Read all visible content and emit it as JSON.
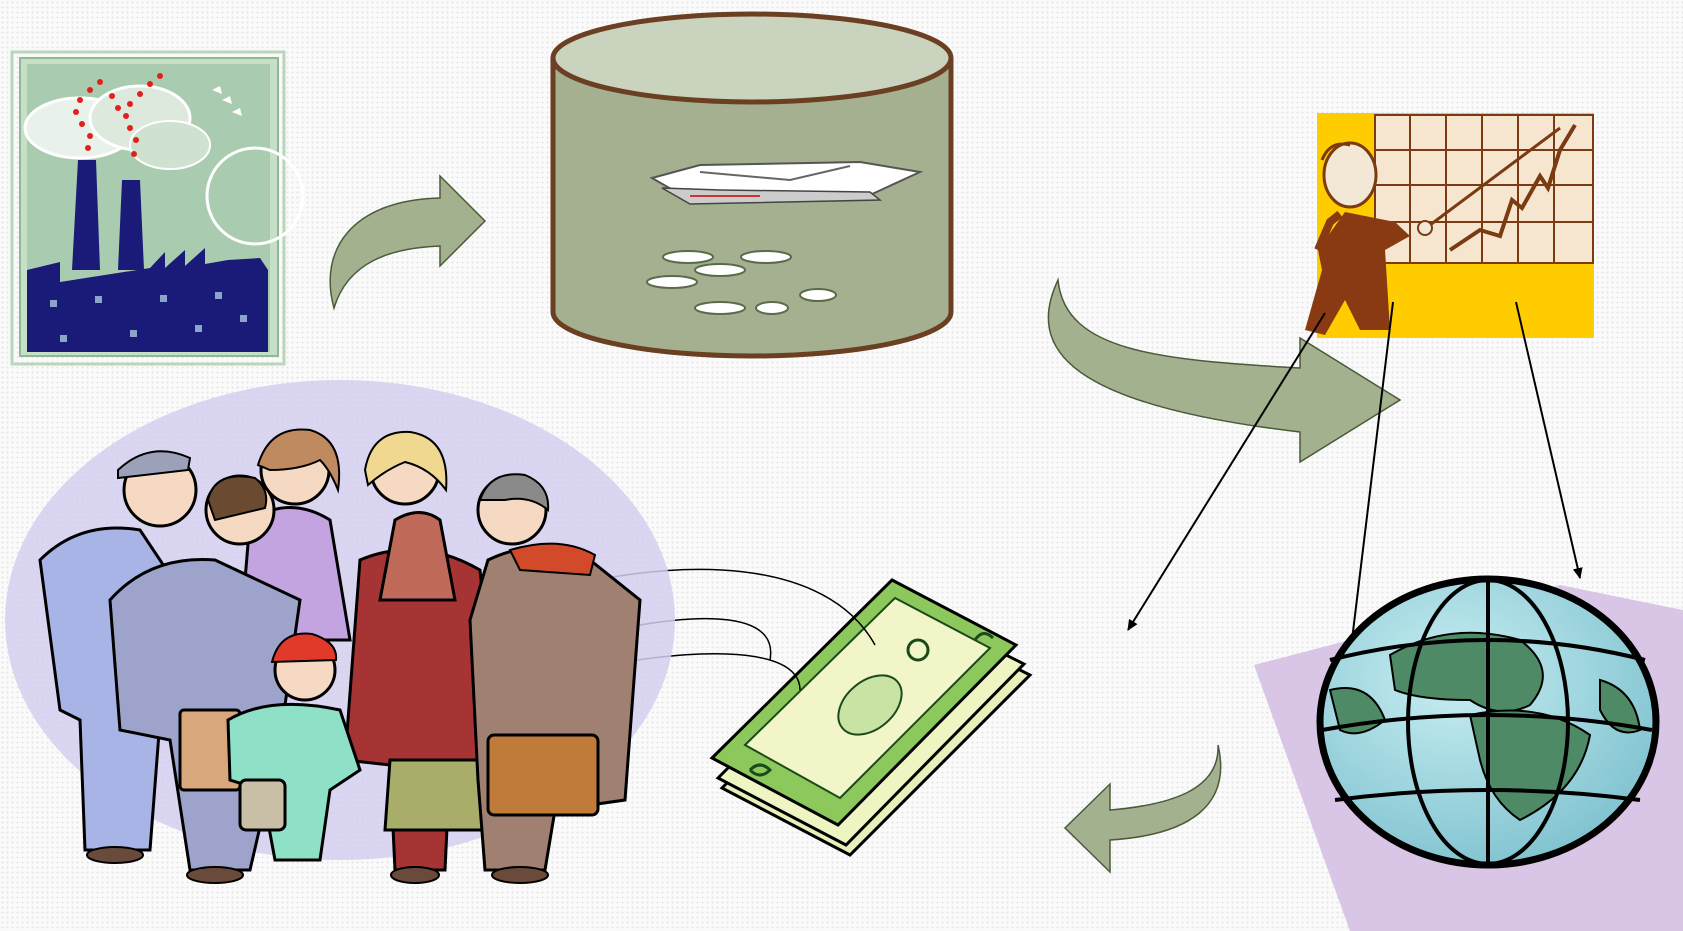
{
  "diagram": {
    "nodes": [
      {
        "id": "factory",
        "icon": "factory-icon"
      },
      {
        "id": "database",
        "icon": "database-cylinder-icon",
        "contents": [
          "envelopes-icon",
          "coins-icon"
        ]
      },
      {
        "id": "analyst",
        "icon": "presenter-chart-icon"
      },
      {
        "id": "globe",
        "icon": "globe-icon"
      },
      {
        "id": "money",
        "icon": "money-stack-icon"
      },
      {
        "id": "people",
        "icon": "people-group-icon"
      }
    ],
    "flows": [
      {
        "from": "factory",
        "to": "database",
        "style": "block-arrow"
      },
      {
        "from": "database",
        "to": "analyst",
        "style": "block-arrow"
      },
      {
        "from": "analyst",
        "to": "globe",
        "style": "thin-arrow"
      },
      {
        "from": "globe",
        "to": "money",
        "style": "block-arrow"
      },
      {
        "from": "money",
        "to": "people",
        "style": "connector-lines"
      }
    ],
    "colors": {
      "arrow_fill": "#a3b18f",
      "cylinder_fill": "#a4b08f",
      "cylinder_top": "#c9d3bd",
      "cylinder_stroke": "#6b3f22",
      "factory_navy": "#1a1a78",
      "factory_sky": "#a9ccb0",
      "chart_bg": "#ffcc00",
      "chart_grid": "#f6e6cf",
      "globe_ocean": "#9fd6de",
      "globe_land": "#4e8a66",
      "money_green": "#8cc85c",
      "background": "#fafafa"
    }
  }
}
